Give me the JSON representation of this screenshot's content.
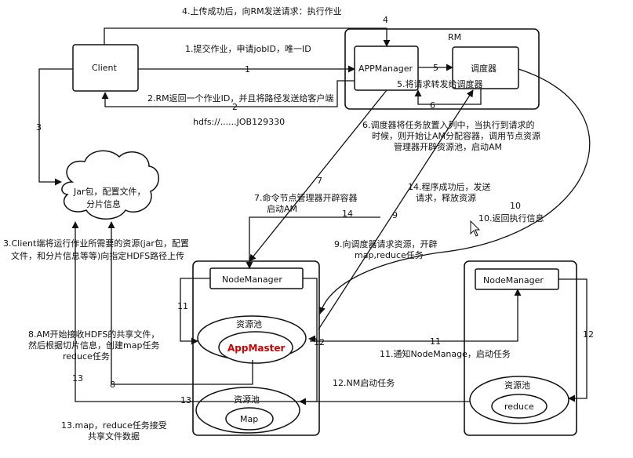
{
  "components": {
    "client": "Client",
    "rm": "RM",
    "app_manager": "APPManager",
    "scheduler": "调度器",
    "cloud": [
      "Jar包，配置文件，",
      "分片信息"
    ],
    "nm_left": "NodeManager",
    "nm_right": "NodeManager",
    "pool_left_top": "资源池",
    "app_master": "AppMaster",
    "pool_left_bottom": "资源池",
    "map": "Map",
    "pool_right": "资源池",
    "reduce": "reduce"
  },
  "annotations": {
    "s4": "4.上传成功后，向RM发送请求：执行作业",
    "s1": "1.提交作业，申请jobID，唯一ID",
    "s2": "2.RM返回一个作业ID，并且将路径发送给客户端",
    "hdfs": "hdfs://......JOB129330",
    "s5": "5.将请求转发给调度器",
    "s6": [
      "6.调度器将任务放置入列中，当执行到请求的",
      "时候，则开始让AM分配容器，调用节点资源",
      "管理器开辟资源池，启动AM"
    ],
    "s14": [
      "14.程序成功后，发送",
      "请求，释放资源"
    ],
    "s7": [
      "7.命令节点管理器开辟容器",
      "启动AM"
    ],
    "s10": "10.返回执行信息",
    "s3": [
      "3.Client端将运行作业所需要的资源(jar包，配置",
      "文件，和分片信息等等)向指定HDFS路径上传"
    ],
    "s9": [
      "9.向调度器请求资源，开辟",
      "map,reduce任务"
    ],
    "s8": [
      "8.AM开始接收HDFS的共享文件，",
      "然后根据切片信息，创建map任务",
      "reduce任务"
    ],
    "s11": "11.通知NodeManage，启动任务",
    "s12": "12.NM启动任务",
    "s13": [
      "13.map，reduce任务接受",
      "共享文件数据"
    ]
  },
  "arrow_labels": {
    "n1": "1",
    "n2": "2",
    "n3": "3",
    "n4": "4",
    "n5": "5",
    "n6": "6",
    "n7": "7",
    "n8": "8",
    "n9": "9",
    "n10": "10",
    "n11a": "11",
    "n11b": "11",
    "n12a": "12",
    "n12b": "12",
    "n13a": "13",
    "n13b": "13",
    "n14": "14"
  }
}
